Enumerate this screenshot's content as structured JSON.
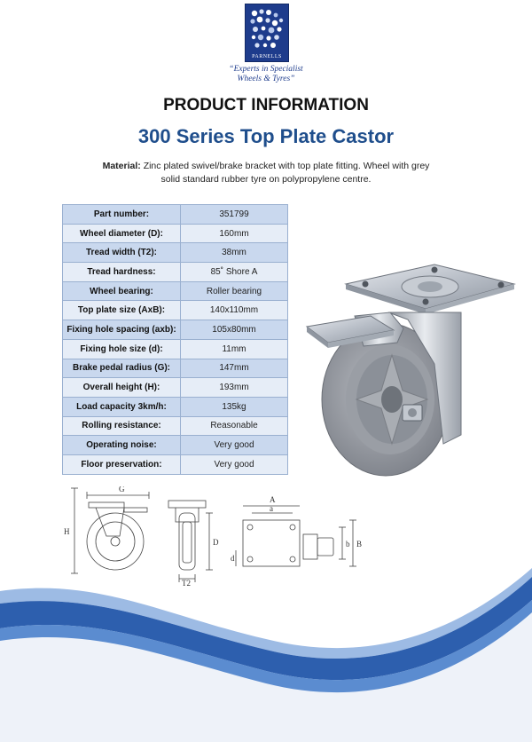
{
  "brand": {
    "name": "PARNELLS",
    "tagline_line1": "“Experts in Specialist",
    "tagline_line2": "Wheels & Tyres”"
  },
  "heading": "PRODUCT INFORMATION",
  "subheading": "300 Series Top Plate Castor",
  "material": {
    "label": "Material:",
    "text": "Zinc plated swivel/brake bracket with top plate fitting. Wheel with grey solid standard rubber tyre on polypropylene centre."
  },
  "specs": [
    {
      "label": "Part number:",
      "value": "351799"
    },
    {
      "label": "Wheel diameter (D):",
      "value": "160mm"
    },
    {
      "label": "Tread width (T2):",
      "value": "38mm"
    },
    {
      "label": "Tread hardness:",
      "value": "85˚ Shore A"
    },
    {
      "label": "Wheel bearing:",
      "value": "Roller bearing"
    },
    {
      "label": "Top plate size (AxB):",
      "value": "140x110mm"
    },
    {
      "label": "Fixing hole spacing (axb):",
      "value": "105x80mm"
    },
    {
      "label": "Fixing hole size (d):",
      "value": "11mm"
    },
    {
      "label": "Brake pedal radius (G):",
      "value": "147mm"
    },
    {
      "label": "Overall height (H):",
      "value": "193mm"
    },
    {
      "label": "Load capacity 3km/h:",
      "value": "135kg"
    },
    {
      "label": "Rolling resistance:",
      "value": "Reasonable"
    },
    {
      "label": "Operating noise:",
      "value": "Very good"
    },
    {
      "label": "Floor preservation:",
      "value": "Very good"
    }
  ],
  "drawing_labels": {
    "G": "G",
    "H": "H",
    "D": "D",
    "T2": "T2",
    "A": "A",
    "a": "a",
    "b": "b",
    "B": "B",
    "d": "d"
  },
  "colors": {
    "brand_blue": "#1e3c8c",
    "title_blue": "#1f4e8c",
    "table_dark": "#c9d8ee",
    "table_light": "#e6edf7",
    "wave_dark": "#1f4e9c",
    "wave_light": "#5b8cd0"
  }
}
